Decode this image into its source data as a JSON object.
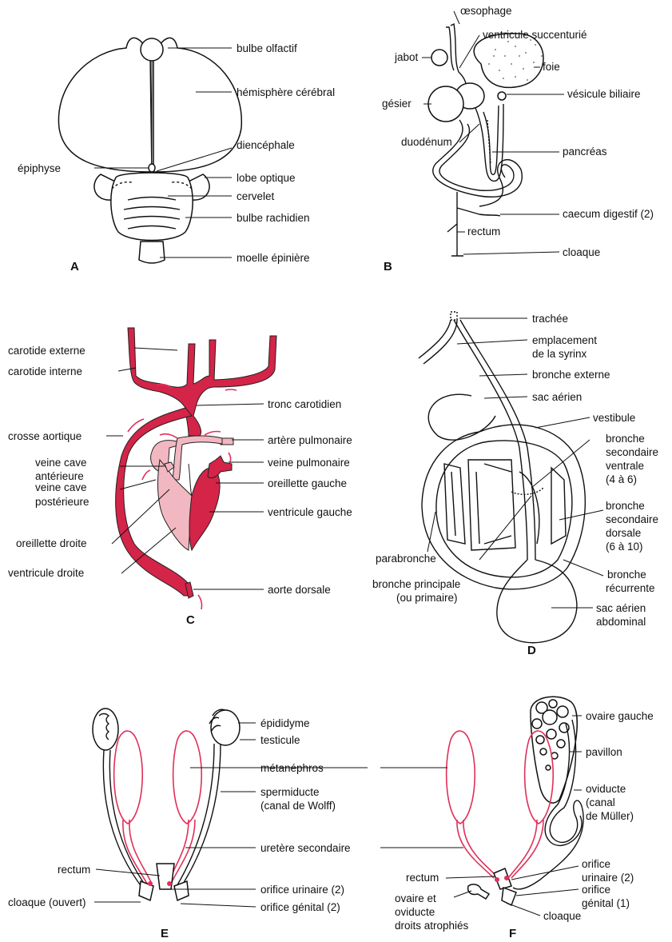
{
  "panels": {
    "A": {
      "letter": "A",
      "labels": [
        "bulbe olfactif",
        "hémisphère cérébral",
        "diencéphale",
        "épiphyse",
        "lobe optique",
        "cervelet",
        "bulbe rachidien",
        "moelle épinière"
      ]
    },
    "B": {
      "letter": "B",
      "labels": [
        "œsophage",
        "ventricule succenturié",
        "jabot",
        "foie",
        "gésier",
        "vésicule biliaire",
        "duodénum",
        "pancréas",
        "caecum digestif (2)",
        "rectum",
        "cloaque"
      ]
    },
    "C": {
      "letter": "C",
      "labels": [
        "carotide externe",
        "carotide interne",
        "tronc carotidien",
        "crosse aortique",
        "artère pulmonaire",
        "veine cave",
        "antérieure",
        "veine pulmonaire",
        "oreillette gauche",
        "veine cave",
        "postérieure",
        "ventricule gauche",
        "oreillette droite",
        "ventricule droite",
        "aorte dorsale"
      ]
    },
    "D": {
      "letter": "D",
      "labels": [
        "trachée",
        "emplacement",
        "de la syrinx",
        "bronche externe",
        "sac aérien",
        "vestibule",
        "bronche",
        "secondaire",
        "ventrale",
        "(4 à 6)",
        "bronche",
        "secondaire",
        "dorsale",
        "(6 à 10)",
        "parabronche",
        "bronche",
        "récurrente",
        "bronche principale",
        "(ou primaire)",
        "sac aérien",
        "abdominal"
      ]
    },
    "E": {
      "letter": "E",
      "labels": [
        "épididyme",
        "testicule",
        "métanéphros",
        "spermiducte",
        "(canal de Wolff)",
        "uretère secondaire",
        "rectum",
        "orifice urinaire (2)",
        "cloaque (ouvert)",
        "orifice génital (2)"
      ]
    },
    "F": {
      "letter": "F",
      "labels": [
        "ovaire gauche",
        "pavillon",
        "oviducte",
        "(canal",
        "de Müller)",
        "rectum",
        "orifice",
        "urinaire (2)",
        "ovaire et",
        "oviducte",
        "droits atrophiés",
        "orifice",
        "génital (1)",
        "cloaque"
      ]
    }
  },
  "colors": {
    "artery": "#d42448",
    "light": "#f2b8c2",
    "urinary": "#e0305a"
  }
}
